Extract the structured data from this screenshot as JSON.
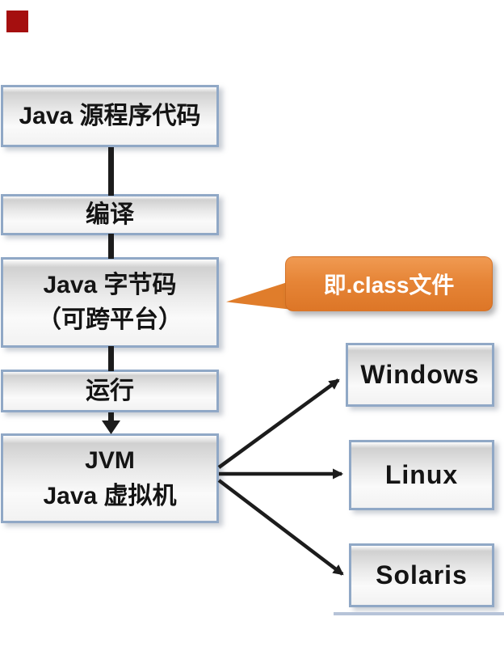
{
  "diagram": {
    "flow": {
      "source": {
        "label": "Java 源程序代码"
      },
      "compile": {
        "label": "编译"
      },
      "bytecode": {
        "line1": "Java 字节码",
        "line2": "（可跨平台）"
      },
      "run": {
        "label": "运行"
      },
      "jvm": {
        "line1": "JVM",
        "line2": "Java 虚拟机"
      }
    },
    "callout": {
      "label": "即.class文件"
    },
    "platforms": [
      {
        "label": "Windows"
      },
      {
        "label": "Linux"
      },
      {
        "label": "Solaris"
      }
    ],
    "colors": {
      "node_border": "#90a8c6",
      "callout_orange": "#e2812f",
      "arrow_black": "#1c1c1c",
      "red_marker": "#a50f0f",
      "footer_line": "#b6c3d8"
    }
  }
}
